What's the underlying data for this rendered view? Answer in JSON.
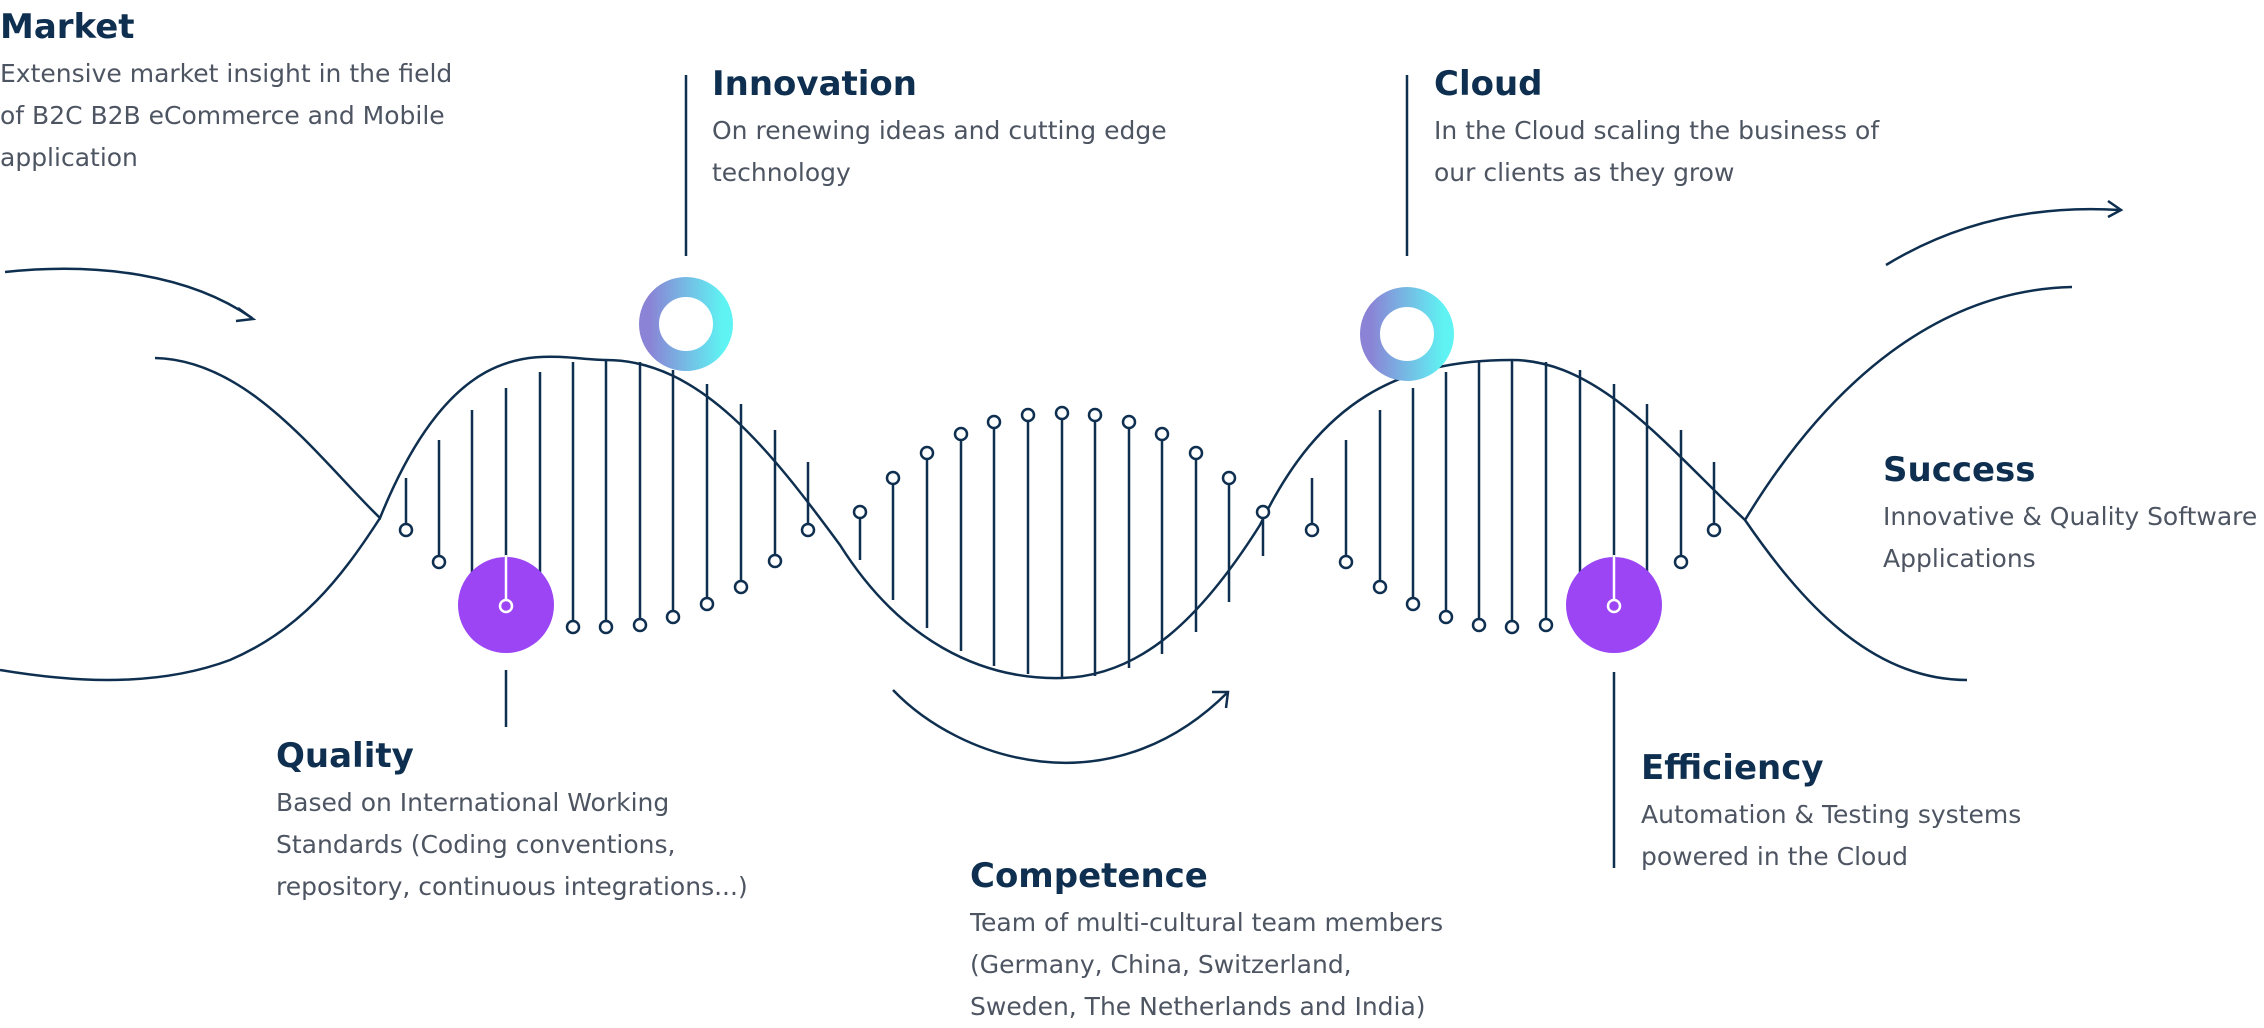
{
  "colors": {
    "line": "#0e2f4f",
    "title": "#0e2f4f",
    "text": "#4e5562",
    "purple": "#9b45f5",
    "ring_from": "#8b83d6",
    "ring_to": "#5ff3f3"
  },
  "items": {
    "market": {
      "title": "Market",
      "lines": [
        "Extensive market insight in the field",
        "of B2C B2B eCommerce and Mobile",
        "application"
      ]
    },
    "innovation": {
      "title": "Innovation",
      "lines": [
        "On renewing ideas and cutting edge",
        "technology"
      ]
    },
    "cloud": {
      "title": "Cloud",
      "lines": [
        "In the Cloud scaling the business of",
        "our clients as they grow"
      ]
    },
    "success": {
      "title": "Success",
      "lines": [
        "Innovative & Quality Software",
        "Applications"
      ]
    },
    "quality": {
      "title": "Quality",
      "lines": [
        "Based on International Working",
        "Standards (Coding conventions,",
        "repository, continuous integrations...)"
      ]
    },
    "competence": {
      "title": "Competence",
      "lines": [
        "Team of multi-cultural team members",
        "(Germany, China, Switzerland,",
        "Sweden, The Netherlands and India)"
      ]
    },
    "efficiency": {
      "title": "Efficiency",
      "lines": [
        "Automation & Testing systems",
        "powered in the Cloud"
      ]
    }
  }
}
